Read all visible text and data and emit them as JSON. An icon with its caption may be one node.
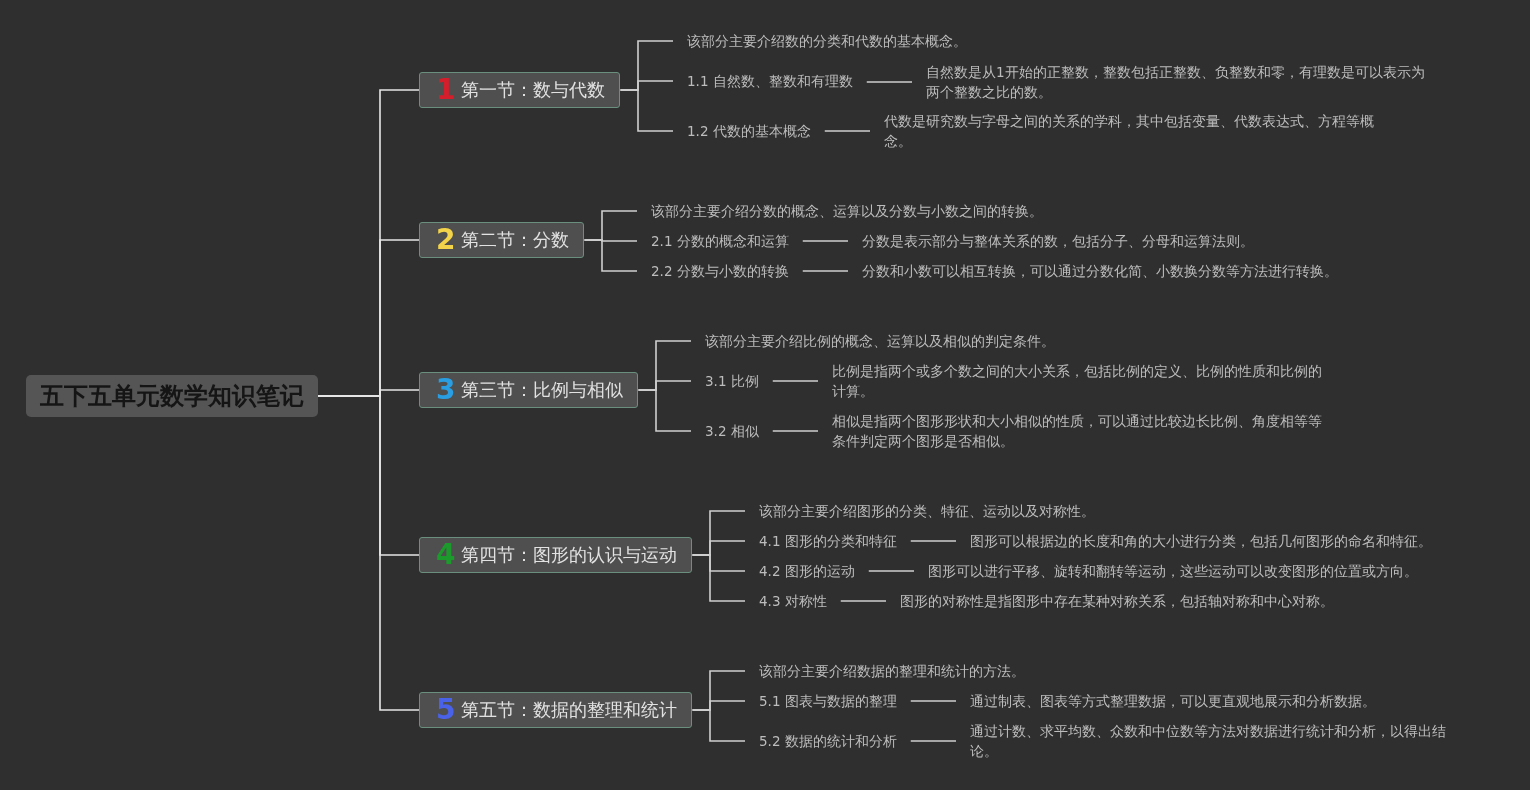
{
  "diagram": {
    "nodes": [
      {
        "text": [
          "五下五单元数学知识笔记"
        ]
      },
      {
        "text": [
          "1",
          "第一节：数与代数"
        ]
      },
      {
        "text": [
          "该部分主要介绍数的分类和代数的基本概念。"
        ]
      },
      {
        "text": [
          "1.1 自然数、整数和有理数"
        ]
      },
      {
        "text": [
          "自然数是从1开始的正整数，整数包括正整数、负整数和零，有理数是可以表示为两个整数之比的数。"
        ]
      },
      {
        "text": [
          "1.2 代数的基本概念"
        ]
      },
      {
        "text": [
          "代数是研究数与字母之间的关系的学科，其中包括变量、代数表达式、方程等概念。"
        ]
      },
      {
        "text": [
          "2",
          "第二节：分数"
        ]
      },
      {
        "text": [
          "该部分主要介绍分数的概念、运算以及分数与小数之间的转换。"
        ]
      },
      {
        "text": [
          "2.1 分数的概念和运算"
        ]
      },
      {
        "text": [
          "分数是表示部分与整体关系的数，包括分子、分母和运算法则。"
        ]
      },
      {
        "text": [
          "2.2 分数与小数的转换"
        ]
      },
      {
        "text": [
          "分数和小数可以相互转换，可以通过分数化简、小数换分数等方法进行转换。"
        ]
      },
      {
        "text": [
          "3",
          "第三节：比例与相似"
        ]
      },
      {
        "text": [
          "该部分主要介绍比例的概念、运算以及相似的判定条件。"
        ]
      },
      {
        "text": [
          "3.1 比例"
        ]
      },
      {
        "text": [
          "比例是指两个或多个数之间的大小关系，包括比例的定义、比例的性质和比例的计算。"
        ]
      },
      {
        "text": [
          "3.2 相似"
        ]
      },
      {
        "text": [
          "相似是指两个图形形状和大小相似的性质，可以通过比较边长比例、角度相等等条件判定两个图形是否相似。"
        ]
      },
      {
        "text": [
          "4",
          "第四节：图形的认识与运动"
        ]
      },
      {
        "text": [
          "该部分主要介绍图形的分类、特征、运动以及对称性。"
        ]
      },
      {
        "text": [
          "4.1 图形的分类和特征"
        ]
      },
      {
        "text": [
          "图形可以根据边的长度和角的大小进行分类，包括几何图形的命名和特征。"
        ]
      },
      {
        "text": [
          "4.2 图形的运动"
        ]
      },
      {
        "text": [
          "图形可以进行平移、旋转和翻转等运动，这些运动可以改变图形的位置或方向。"
        ]
      },
      {
        "text": [
          "4.3 对称性"
        ]
      },
      {
        "text": [
          "图形的对称性是指图形中存在某种对称关系，包括轴对称和中心对称。"
        ]
      },
      {
        "text": [
          "5",
          "第五节：数据的整理和统计"
        ]
      },
      {
        "text": [
          "该部分主要介绍数据的整理和统计的方法。"
        ]
      },
      {
        "text": [
          "5.1 图表与数据的整理"
        ]
      },
      {
        "text": [
          "通过制表、图表等方式整理数据，可以更直观地展示和分析数据。"
        ]
      },
      {
        "text": [
          "5.2 数据的统计和分析"
        ]
      },
      {
        "text": [
          "通过计数、求平均数、众数和中位数等方法对数据进行统计和分析，以得出结论。"
        ]
      }
    ],
    "edges": [
      {
        "from": 0,
        "to": 1,
        "arrow": "none"
      },
      {
        "from": 0,
        "to": 7,
        "arrow": "none"
      },
      {
        "from": 0,
        "to": 13,
        "arrow": "none"
      },
      {
        "from": 0,
        "to": 19,
        "arrow": "none"
      },
      {
        "from": 0,
        "to": 27,
        "arrow": "none"
      },
      {
        "from": 1,
        "to": 2,
        "arrow": "none"
      },
      {
        "from": 1,
        "to": 3,
        "arrow": "none"
      },
      {
        "from": 1,
        "to": 5,
        "arrow": "none"
      },
      {
        "from": 3,
        "to": 4,
        "arrow": "none"
      },
      {
        "from": 5,
        "to": 6,
        "arrow": "none"
      },
      {
        "from": 7,
        "to": 8,
        "arrow": "none"
      },
      {
        "from": 7,
        "to": 9,
        "arrow": "none"
      },
      {
        "from": 7,
        "to": 11,
        "arrow": "none"
      },
      {
        "from": 9,
        "to": 10,
        "arrow": "none"
      },
      {
        "from": 11,
        "to": 12,
        "arrow": "none"
      },
      {
        "from": 13,
        "to": 14,
        "arrow": "none"
      },
      {
        "from": 13,
        "to": 15,
        "arrow": "none"
      },
      {
        "from": 13,
        "to": 17,
        "arrow": "none"
      },
      {
        "from": 15,
        "to": 16,
        "arrow": "none"
      },
      {
        "from": 17,
        "to": 18,
        "arrow": "none"
      },
      {
        "from": 19,
        "to": 20,
        "arrow": "none"
      },
      {
        "from": 19,
        "to": 21,
        "arrow": "none"
      },
      {
        "from": 19,
        "to": 23,
        "arrow": "none"
      },
      {
        "from": 19,
        "to": 25,
        "arrow": "none"
      },
      {
        "from": 21,
        "to": 22,
        "arrow": "none"
      },
      {
        "from": 23,
        "to": 24,
        "arrow": "none"
      },
      {
        "from": 25,
        "to": 26,
        "arrow": "none"
      },
      {
        "from": 27,
        "to": 28,
        "arrow": "none"
      },
      {
        "from": 27,
        "to": 29,
        "arrow": "none"
      },
      {
        "from": 27,
        "to": 31,
        "arrow": "none"
      },
      {
        "from": 29,
        "to": 30,
        "arrow": "none"
      },
      {
        "from": 31,
        "to": 32,
        "arrow": "none"
      }
    ]
  }
}
